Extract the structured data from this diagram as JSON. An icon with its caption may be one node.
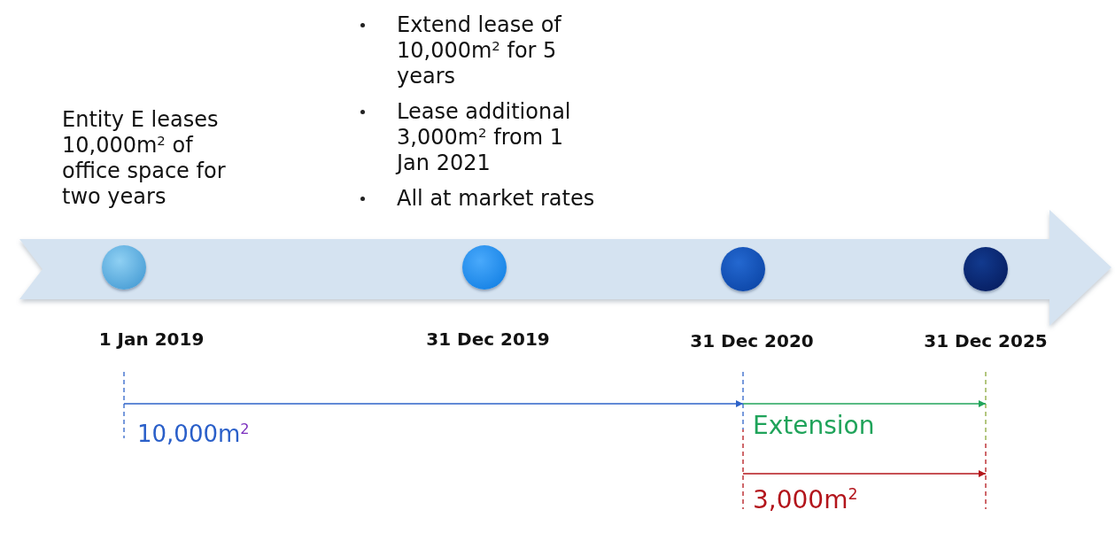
{
  "diagram": {
    "nodes": [
      {
        "text": [],
        "shape": "circle",
        "beside": [
          "Entity E leases 10,000m$^{2}$ of office space for two years",
          "1 Jan 2019"
        ]
      },
      {
        "text": [],
        "shape": "circle",
        "beside": [
          "Extend lease of 10,000m$^{2}$ for 5 years",
          "Lease additional 3,000m$^{2}$ from 1 Jan 2021",
          "All at market rates",
          "31 Dec 2019"
        ]
      },
      {
        "text": [],
        "shape": "circle",
        "beside": [
          "31 Dec 2020"
        ]
      },
      {
        "text": [],
        "shape": "circle",
        "beside": [
          "31 Dec 2025"
        ]
      }
    ],
    "labels": [
      "10,000m$^{2}$",
      "Extension",
      "3,000m$^{2}$"
    ]
  }
}
